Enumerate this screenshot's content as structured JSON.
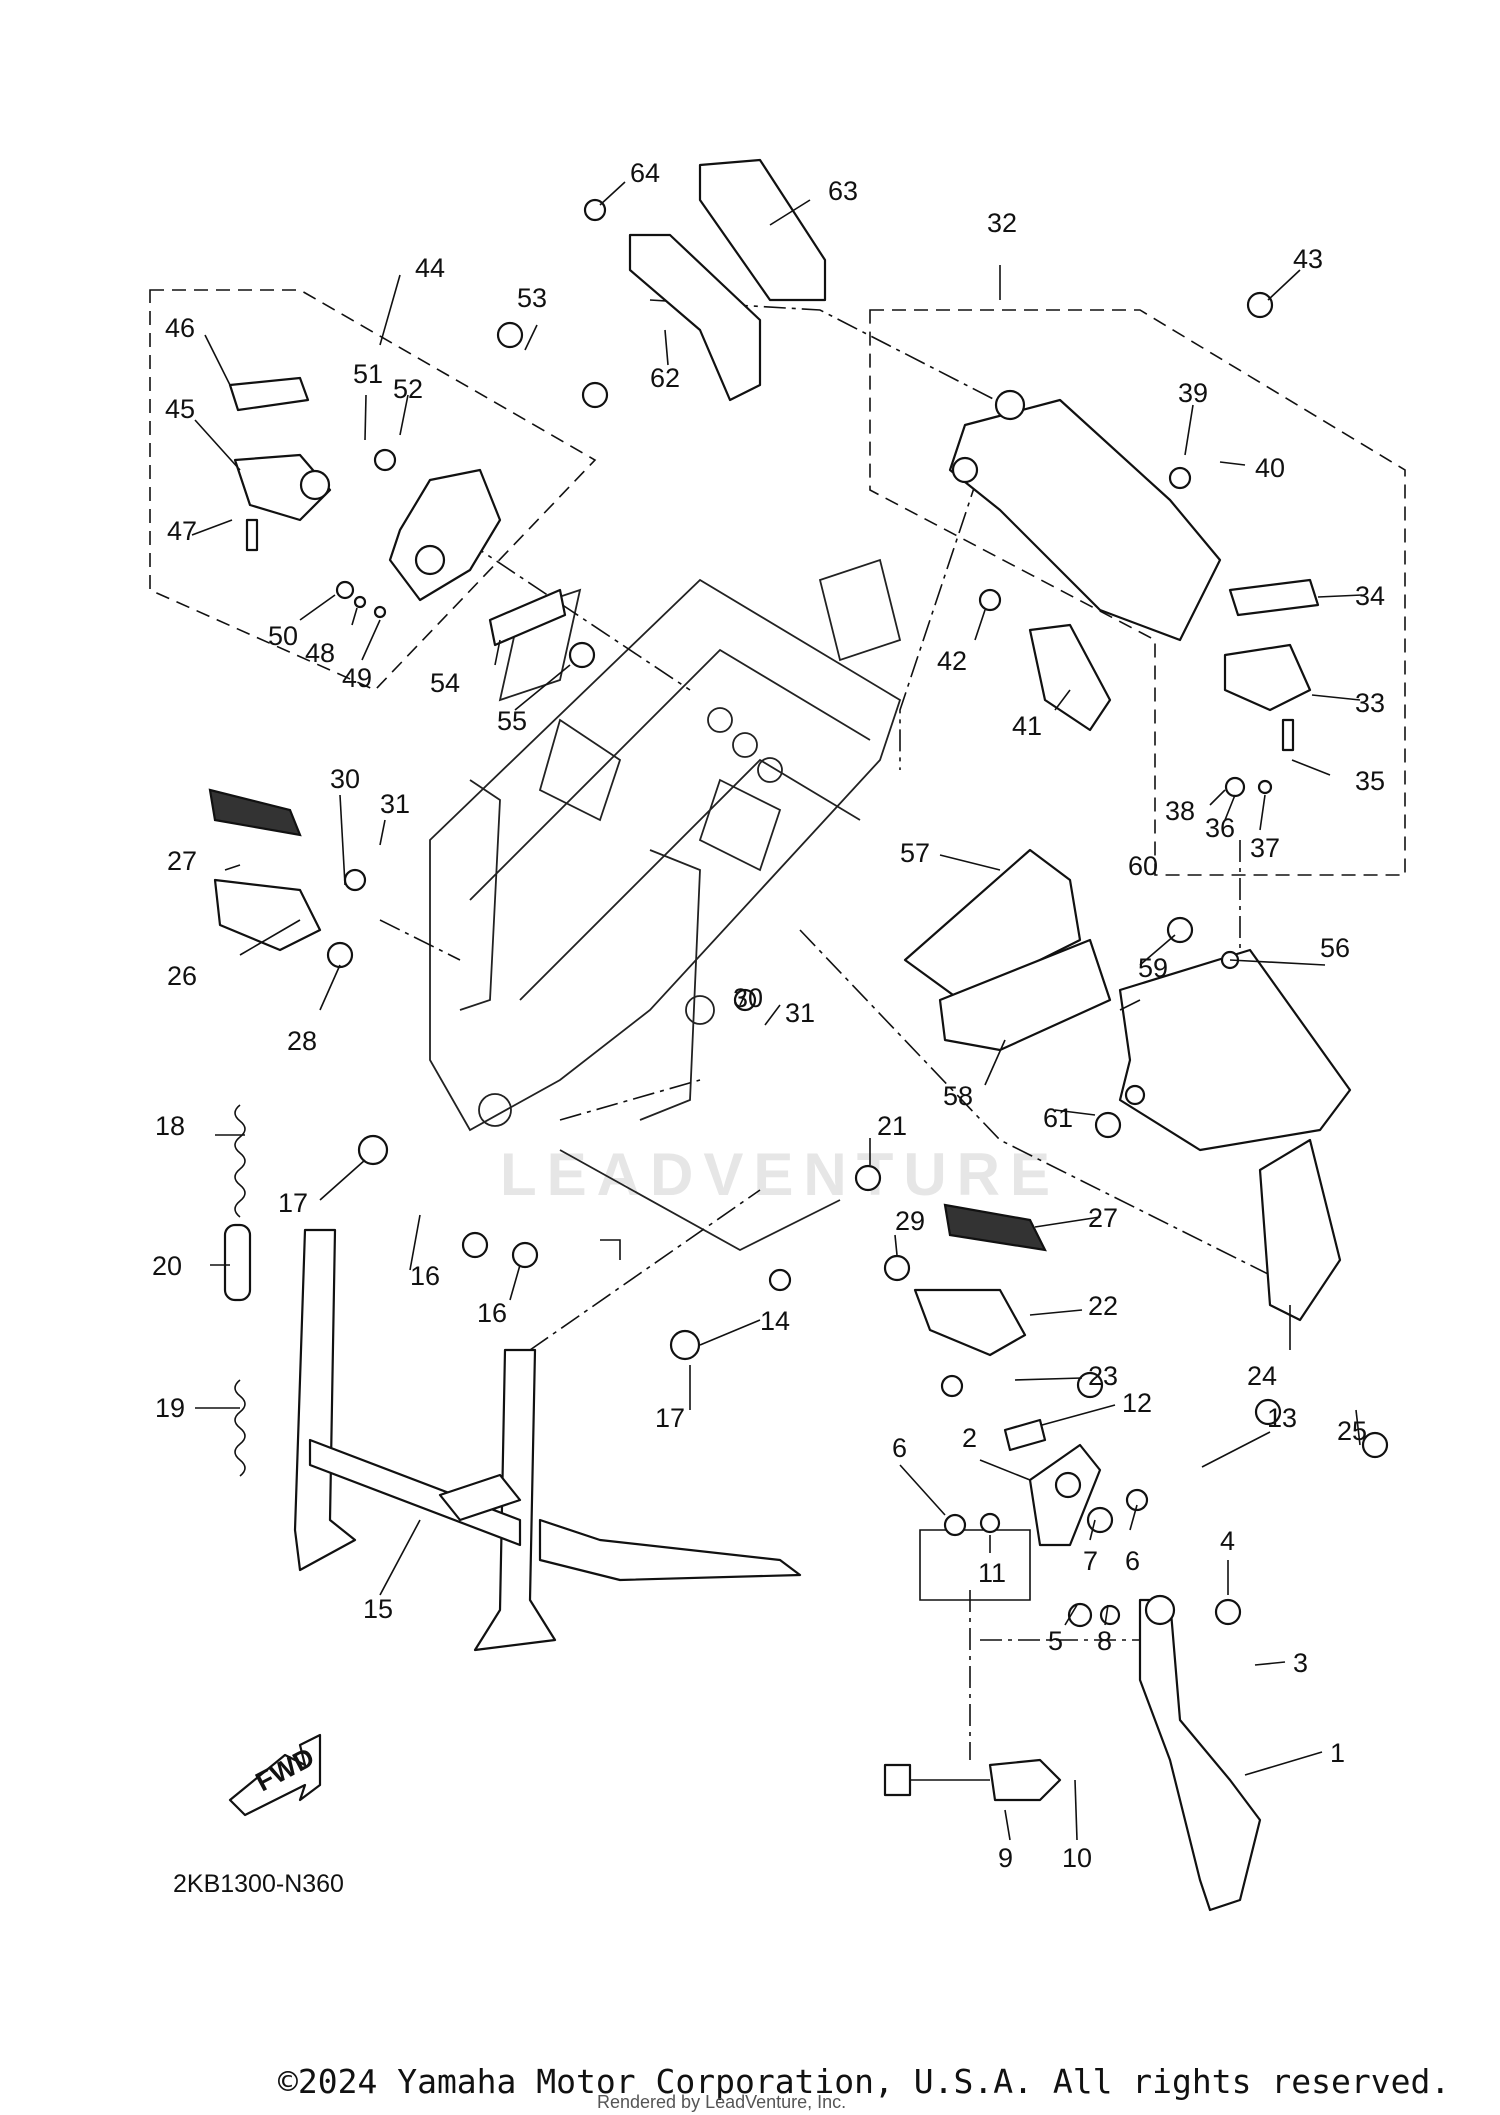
{
  "diagram": {
    "code": "2KB1300-N360",
    "watermark": "LEADVENTURE",
    "fwd_label": "FWD",
    "callouts": [
      "1",
      "2",
      "3",
      "4",
      "5",
      "6",
      "6",
      "7",
      "8",
      "9",
      "10",
      "11",
      "12",
      "13",
      "14",
      "15",
      "16",
      "16",
      "17",
      "17",
      "18",
      "19",
      "20",
      "21",
      "22",
      "23",
      "24",
      "25",
      "26",
      "27",
      "27",
      "28",
      "29",
      "30",
      "30",
      "31",
      "31",
      "32",
      "33",
      "34",
      "35",
      "36",
      "37",
      "38",
      "39",
      "40",
      "41",
      "42",
      "43",
      "44",
      "45",
      "46",
      "47",
      "48",
      "49",
      "50",
      "51",
      "52",
      "53",
      "54",
      "55",
      "56",
      "57",
      "58",
      "59",
      "60",
      "61",
      "62",
      "63",
      "64"
    ]
  },
  "footer": {
    "copyright": "©2024 Yamaha Motor Corporation, U.S.A. All rights reserved.",
    "rendered_by": "Rendered by LeadVenture, Inc."
  }
}
